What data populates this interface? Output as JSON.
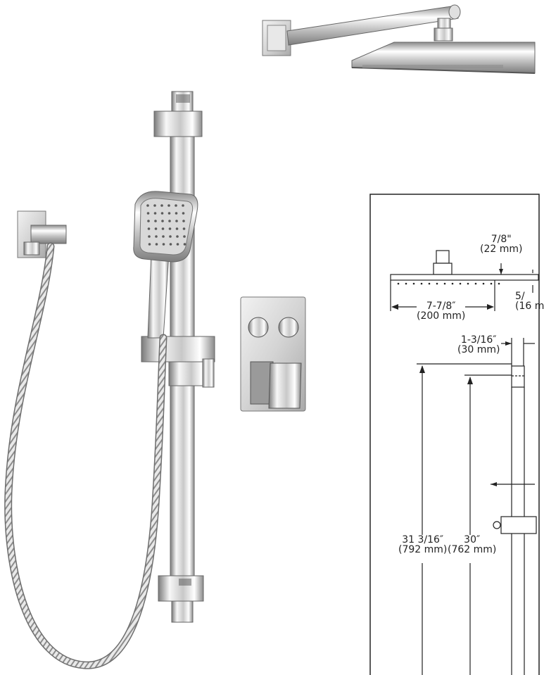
{
  "drawing": {
    "head_height_in": "7/8\"",
    "head_height_mm": "(22 mm)",
    "head_width_in": "7-7/8″",
    "head_width_mm": "(200 mm)",
    "head_thickness_in": "5/",
    "head_thickness_mm": "(16 m",
    "bar_width_in": "1-3/16″",
    "bar_width_mm": "(30 mm)",
    "total_height_in": "31 3/16″",
    "total_height_mm": "(792 mm)",
    "slide_height_in": "30″",
    "slide_height_mm": "(762 mm)"
  },
  "colors": {
    "chrome_dark": "#6f6f6f",
    "chrome_mid": "#bdbdbd",
    "chrome_light": "#f4f4f4",
    "line": "#222222"
  },
  "icons": {
    "rain_head": "square-rain-showerhead",
    "hand_shower": "square-hand-shower",
    "slide_bar": "slide-bar",
    "wall_elbow": "wall-supply-elbow",
    "hose": "flexible-hose",
    "valve": "two-button-pressure-balance-valve"
  }
}
